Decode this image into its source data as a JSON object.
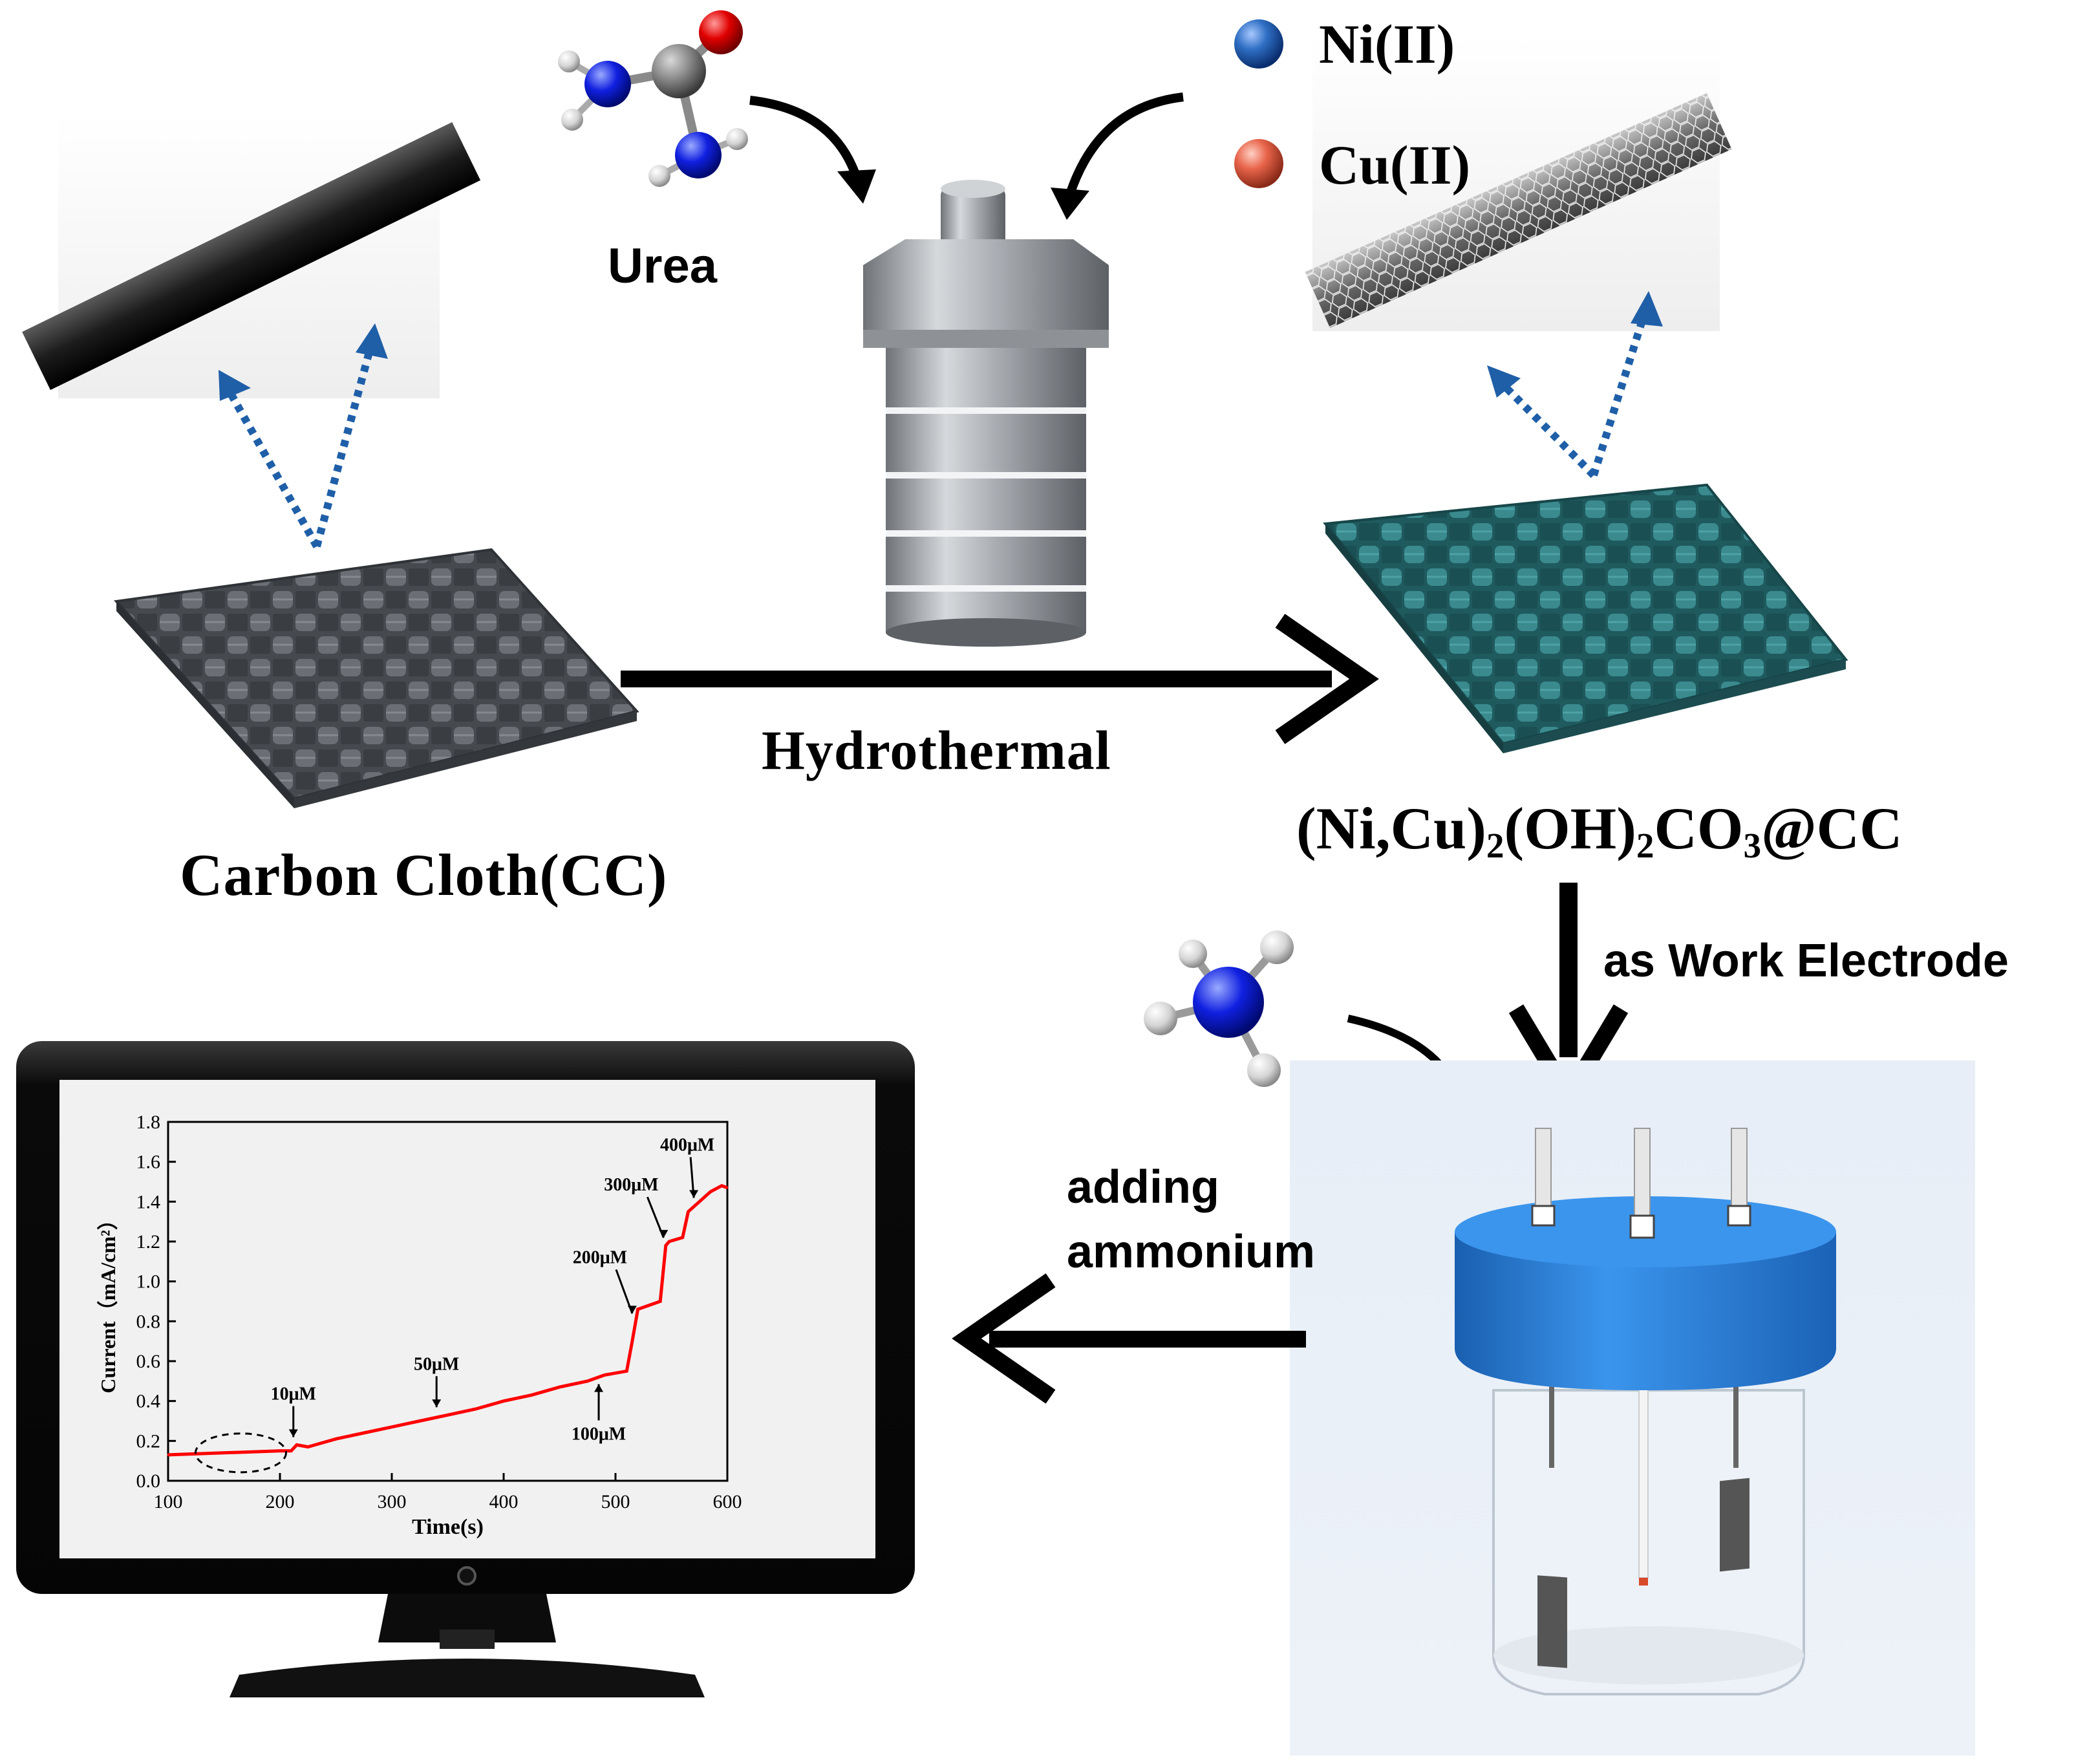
{
  "labels": {
    "urea": "Urea",
    "ni": "Ni(II)",
    "cu": "Cu(II)",
    "hydrothermal": "Hydrothermal",
    "carbon_cloth": "Carbon Cloth(CC)",
    "product_prefix": "(Ni,Cu)",
    "product_sub1": "2",
    "product_mid": "(OH)",
    "product_sub2": "2",
    "product_co": "CO",
    "product_sub3": "3",
    "product_suffix": "@CC",
    "work_electrode": "as Work Electrode",
    "adding_line1": "adding",
    "adding_line2": "ammonium"
  },
  "colors": {
    "ni_ion": "#2f6fc4",
    "cu_ion": "#e8644a",
    "cloth_plain": "#55585e",
    "cloth_coated": "#2e6f73",
    "cell_cap": "#2a7fd4",
    "dotted_arrow": "#1f5fa8",
    "chart_line": "#ff0000"
  },
  "icons": [
    "urea-molecule-icon",
    "ammonium-molecule-icon",
    "autoclave-icon",
    "electrochemical-cell-icon",
    "monitor-icon"
  ],
  "chart_data": {
    "type": "line",
    "title": "",
    "xlabel": "Time(s)",
    "ylabel": "Current（mA/cm²）",
    "xlim": [
      100,
      600
    ],
    "ylim": [
      0.0,
      1.8
    ],
    "xticks": [
      100,
      200,
      300,
      400,
      500,
      600
    ],
    "yticks": [
      0.0,
      0.2,
      0.4,
      0.6,
      0.8,
      1.0,
      1.2,
      1.4,
      1.6,
      1.8
    ],
    "x": [
      100,
      150,
      200,
      210,
      215,
      225,
      250,
      275,
      300,
      325,
      350,
      375,
      400,
      425,
      450,
      475,
      490,
      510,
      515,
      520,
      540,
      545,
      548,
      560,
      565,
      575,
      585,
      595,
      600
    ],
    "y": [
      0.13,
      0.14,
      0.15,
      0.15,
      0.18,
      0.17,
      0.21,
      0.24,
      0.27,
      0.3,
      0.33,
      0.36,
      0.4,
      0.43,
      0.47,
      0.5,
      0.53,
      0.55,
      0.7,
      0.86,
      0.9,
      1.18,
      1.2,
      1.22,
      1.35,
      1.4,
      1.45,
      1.48,
      1.47
    ],
    "annotations": [
      {
        "text": "10μM",
        "x": 212,
        "y": 0.18
      },
      {
        "text": "50μM",
        "x": 340,
        "y": 0.33
      },
      {
        "text": "100μM",
        "x": 485,
        "y": 0.53
      },
      {
        "text": "200μM",
        "x": 515,
        "y": 0.8
      },
      {
        "text": "300μM",
        "x": 543,
        "y": 1.18
      },
      {
        "text": "400μM",
        "x": 570,
        "y": 1.38
      }
    ]
  }
}
